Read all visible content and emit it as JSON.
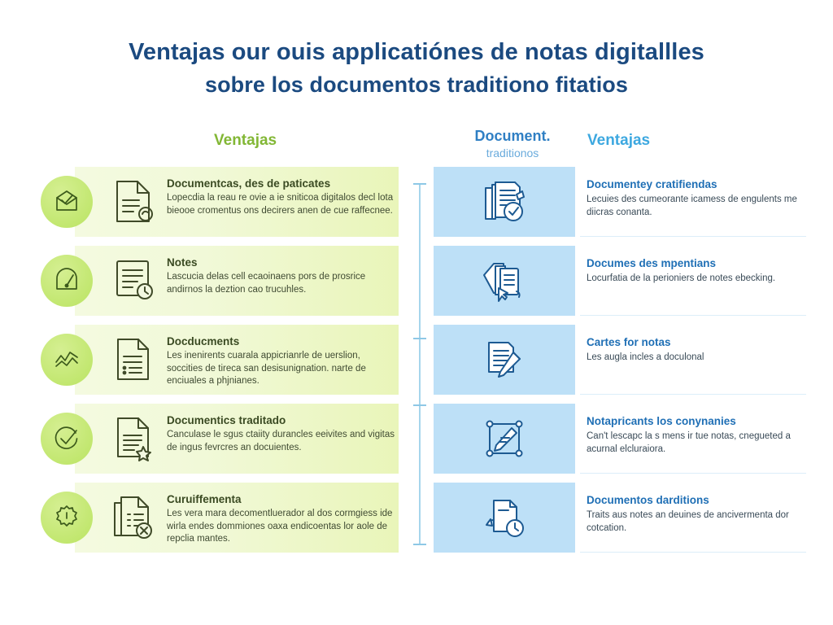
{
  "title": {
    "line1": "Ventajas our ouis applicatiónes de notas digitallles",
    "line2": "sobre los documentos traditiono fitatios"
  },
  "headers": {
    "left": "Ventajas",
    "middle_main": "Document.",
    "middle_sub": "traditionos",
    "right": "Ventajas"
  },
  "left_column": {
    "rows": [
      {
        "circle_icon": "envelope-check-icon",
        "doc_icon": "document-cloud-icon",
        "title": "Documentcas, des de paticates",
        "desc": "Lopecdia la reau re ovie a ie sniticoa digitalos decl lota bieooe cromentus ons decirers anen de cue raffecnee."
      },
      {
        "circle_icon": "speedometer-icon",
        "doc_icon": "document-clock-icon",
        "title": "Notes",
        "desc": "Lascucia delas cell ecaoinaens pors de prosrice andirnos la deztion cao trucuhles."
      },
      {
        "circle_icon": "chart-zigzag-icon",
        "doc_icon": "document-list-icon",
        "title": "Docducments",
        "desc": "Les inenirents cuarala appicrianrle de uerslion, soccities de tireca san desisunignation. narte de enciuales a phjnianes."
      },
      {
        "circle_icon": "check-circle-icon",
        "doc_icon": "document-star-icon",
        "title": "Documentics traditado",
        "desc": "Canculase le sgus ctaiity durancles eeivites and vigitas de ingus fevrcres an docuientes."
      },
      {
        "circle_icon": "gear-clock-icon",
        "doc_icon": "document-x-icon",
        "title": "Curuiffementa",
        "desc": "Les vera mara decomentluerador al dos cormgiess ide wirla endes dommiones oaxa endicoentas lor aole de repclia mantes."
      }
    ]
  },
  "right_column": {
    "rows": [
      {
        "icon": "documents-check-badge-icon",
        "title": "Documentey cratifiendas",
        "desc": "Lecuies des cumeorante icamess de engulents me diicras conanta."
      },
      {
        "icon": "documents-cursor-icon",
        "title": "Documes des mpentians",
        "desc": "Locurfatia de la perioniers de notes ebecking."
      },
      {
        "icon": "document-pencil-icon",
        "title": "Cartes for notas",
        "desc": "Les augla incles a doculonal"
      },
      {
        "icon": "document-edit-nodes-icon",
        "title": "Notapricants los conynanies",
        "desc": "Can't lescapc la s mens ir tue notas, cnegueted a acurnal elcluraiora."
      },
      {
        "icon": "document-refresh-clock-icon",
        "title": "Documentos darditions",
        "desc": "Traits aus notes an deuines de ancivermenta dor cotcation."
      }
    ]
  },
  "colors": {
    "title": "#1b4a80",
    "green_accent": "#82b735",
    "blue_accent": "#3da8e0",
    "mid_accent": "#2f7fc4",
    "green_band": "#e9f5b9",
    "blue_panel": "#bde0f7",
    "connector": "#a6d5ec"
  }
}
